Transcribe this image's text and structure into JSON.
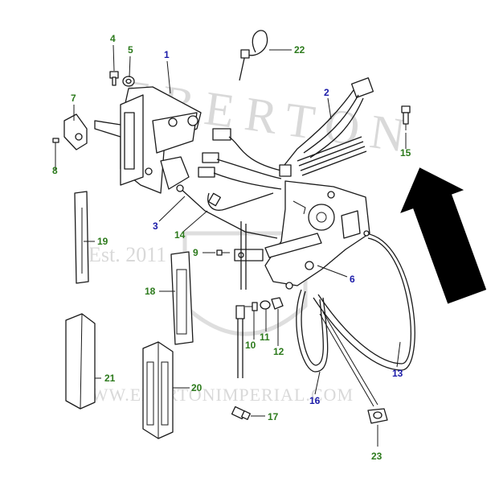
{
  "watermark": {
    "top_text": "EBERTON",
    "bottom_text": "WWW.EBERTONIMPERIAL.COM",
    "est_text": "Est. 2011"
  },
  "colors": {
    "blue_label": "#1a1aa8",
    "green_label": "#2c7a1c",
    "arrow": "#000000"
  },
  "callouts": [
    {
      "id": "c1",
      "text": "1",
      "color": "blue"
    },
    {
      "id": "c2",
      "text": "2",
      "color": "blue"
    },
    {
      "id": "c3",
      "text": "3",
      "color": "blue"
    },
    {
      "id": "c4",
      "text": "4",
      "color": "green"
    },
    {
      "id": "c5",
      "text": "5",
      "color": "green"
    },
    {
      "id": "c6",
      "text": "6",
      "color": "blue"
    },
    {
      "id": "c7",
      "text": "7",
      "color": "green"
    },
    {
      "id": "c8",
      "text": "8",
      "color": "green"
    },
    {
      "id": "c9",
      "text": "9",
      "color": "green"
    },
    {
      "id": "c10",
      "text": "10",
      "color": "green"
    },
    {
      "id": "c11",
      "text": "11",
      "color": "green"
    },
    {
      "id": "c12",
      "text": "12",
      "color": "green"
    },
    {
      "id": "c13",
      "text": "13",
      "color": "blue"
    },
    {
      "id": "c14",
      "text": "14",
      "color": "green"
    },
    {
      "id": "c15",
      "text": "15",
      "color": "green"
    },
    {
      "id": "c16",
      "text": "16",
      "color": "blue"
    },
    {
      "id": "c17",
      "text": "17",
      "color": "green"
    },
    {
      "id": "c18",
      "text": "18",
      "color": "green"
    },
    {
      "id": "c19",
      "text": "19",
      "color": "green"
    },
    {
      "id": "c20",
      "text": "20",
      "color": "green"
    },
    {
      "id": "c21",
      "text": "21",
      "color": "green"
    },
    {
      "id": "c22",
      "text": "22",
      "color": "green"
    },
    {
      "id": "c23",
      "text": "23",
      "color": "green"
    }
  ]
}
